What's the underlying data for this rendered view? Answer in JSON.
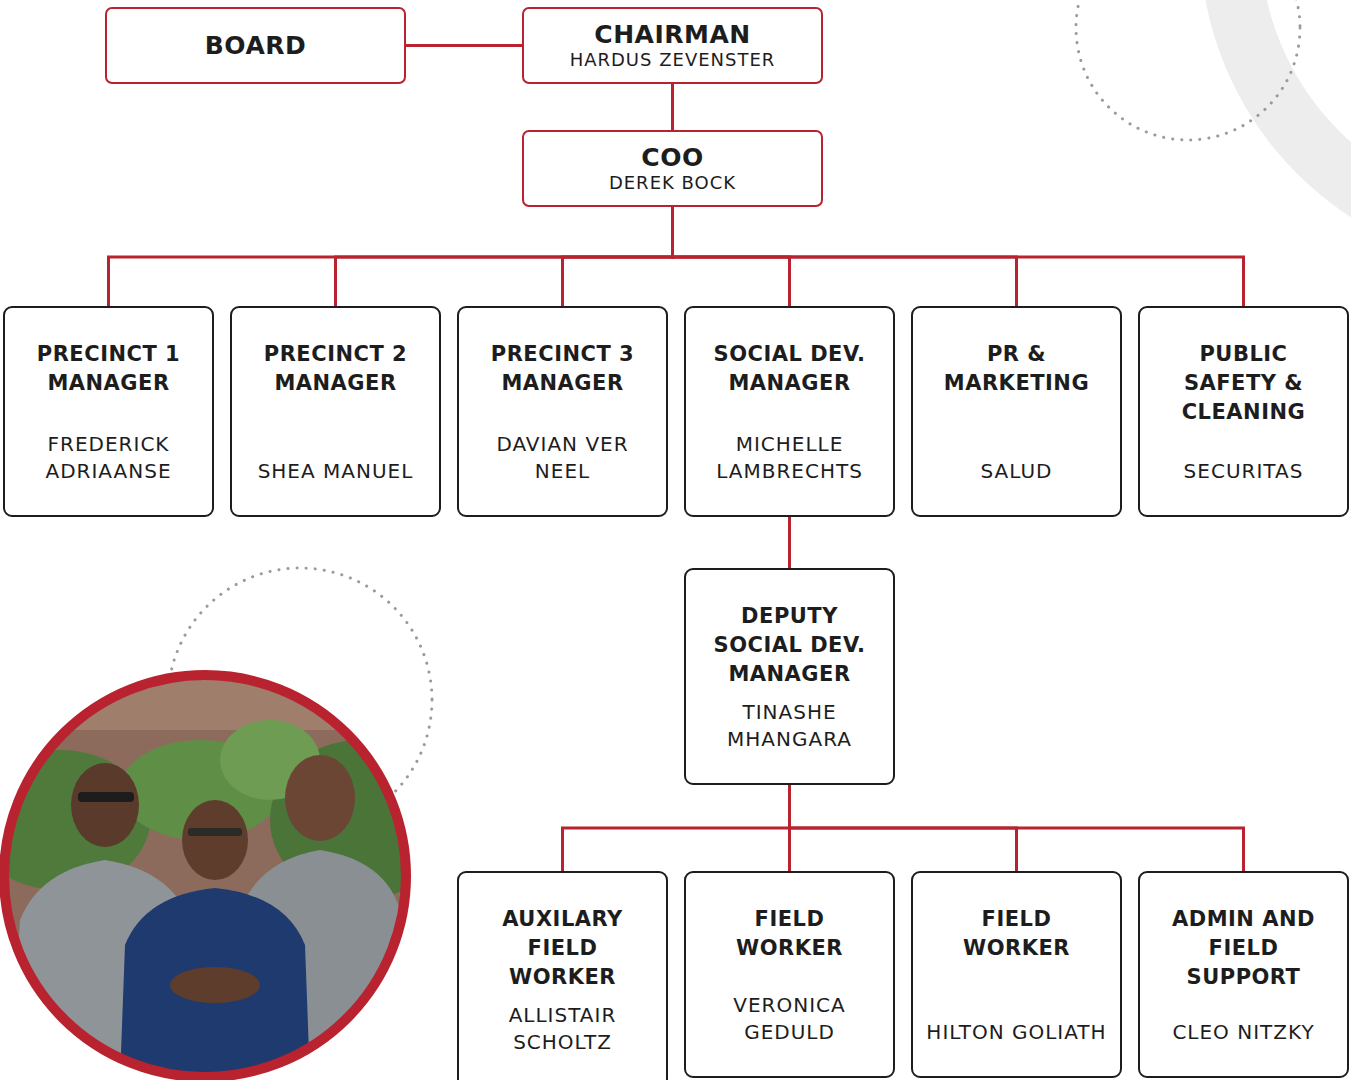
{
  "diagram": {
    "nodes": [
      {
        "text": [
          "BOARD"
        ]
      },
      {
        "text": [
          "CHAIRMAN",
          "HARDUS ZEVENSTER"
        ]
      },
      {
        "text": [
          "COO",
          "DEREK BOCK"
        ]
      },
      {
        "text": [
          "PRECINCT 1 MANAGER",
          "FREDERICK ADRIAANSE"
        ]
      },
      {
        "text": [
          "PRECINCT 2 MANAGER",
          "SHEA MANUEL"
        ]
      },
      {
        "text": [
          "PRECINCT 3 MANAGER",
          "DAVIAN VER NEEL"
        ]
      },
      {
        "text": [
          "SOCIAL DEV. MANAGER",
          "MICHELLE LAMBRECHTS"
        ]
      },
      {
        "text": [
          "PR & MARKETING",
          "SALUD"
        ]
      },
      {
        "text": [
          "PUBLIC SAFETY & CLEANING",
          "SECURITAS"
        ]
      },
      {
        "text": [
          "DEPUTY SOCIAL DEV. MANAGER",
          "TINASHE MHANGARA"
        ]
      },
      {
        "text": [
          "AUXILARY FIELD WORKER",
          "ALLISTAIR SCHOLTZ"
        ]
      },
      {
        "text": [
          "FIELD WORKER",
          "VERONICA GEDULD"
        ]
      },
      {
        "text": [
          "FIELD WORKER",
          "HILTON GOLIATH"
        ]
      },
      {
        "text": [
          "ADMIN AND FIELD SUPPORT",
          "CLEO NITZKY"
        ]
      }
    ],
    "edges": [
      {
        "from": 0,
        "to": 1,
        "arrow": "none"
      },
      {
        "from": 1,
        "to": 2,
        "arrow": "none"
      },
      {
        "from": 2,
        "to": 3,
        "arrow": "none"
      },
      {
        "from": 2,
        "to": 4,
        "arrow": "none"
      },
      {
        "from": 2,
        "to": 5,
        "arrow": "none"
      },
      {
        "from": 2,
        "to": 6,
        "arrow": "none"
      },
      {
        "from": 2,
        "to": 7,
        "arrow": "none"
      },
      {
        "from": 2,
        "to": 8,
        "arrow": "none"
      },
      {
        "from": 6,
        "to": 9,
        "arrow": "none"
      },
      {
        "from": 9,
        "to": 10,
        "arrow": "none"
      },
      {
        "from": 9,
        "to": 11,
        "arrow": "none"
      },
      {
        "from": 9,
        "to": 12,
        "arrow": "none"
      },
      {
        "from": 9,
        "to": 13,
        "arrow": "none"
      }
    ]
  }
}
